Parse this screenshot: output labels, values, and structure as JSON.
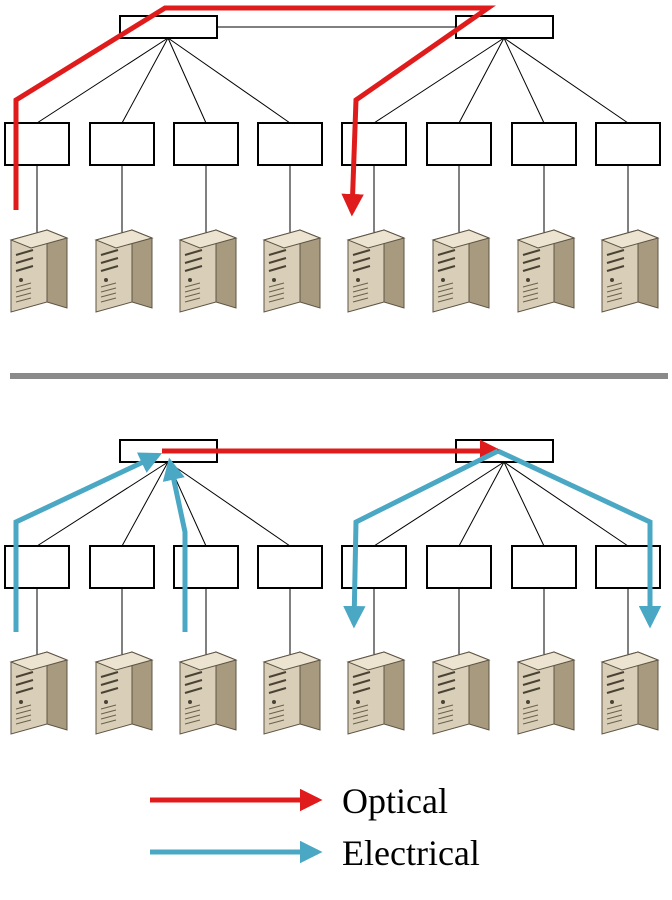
{
  "colors": {
    "optical": "#e01b1b",
    "electrical": "#4aa8c4",
    "divider": "#8a8a8a",
    "line": "#000000",
    "server_body": "#d9cfb8",
    "server_side": "#a79a7e",
    "server_top": "#ece4d0"
  },
  "diagram": {
    "panels": [
      {
        "name": "optical-path-panel",
        "core_switch_count": 2,
        "tor_switch_count": 8,
        "server_count": 8,
        "flows": [
          {
            "type": "optical",
            "from_server": 1,
            "to_server": 5
          }
        ]
      },
      {
        "name": "electrical-path-panel",
        "core_switch_count": 2,
        "tor_switch_count": 8,
        "server_count": 8,
        "flows": [
          {
            "type": "electrical",
            "from_servers": [
              1,
              3
            ],
            "to_core": 1
          },
          {
            "type": "optical",
            "from_core": 1,
            "to_core": 2
          },
          {
            "type": "electrical",
            "from_core": 2,
            "to_servers": [
              5,
              8
            ]
          }
        ]
      }
    ]
  },
  "legend": {
    "items": [
      {
        "label": "Optical",
        "color_key": "optical",
        "icon": "red-arrow-icon"
      },
      {
        "label": "Electrical",
        "color_key": "electrical",
        "icon": "blue-arrow-icon"
      }
    ]
  }
}
